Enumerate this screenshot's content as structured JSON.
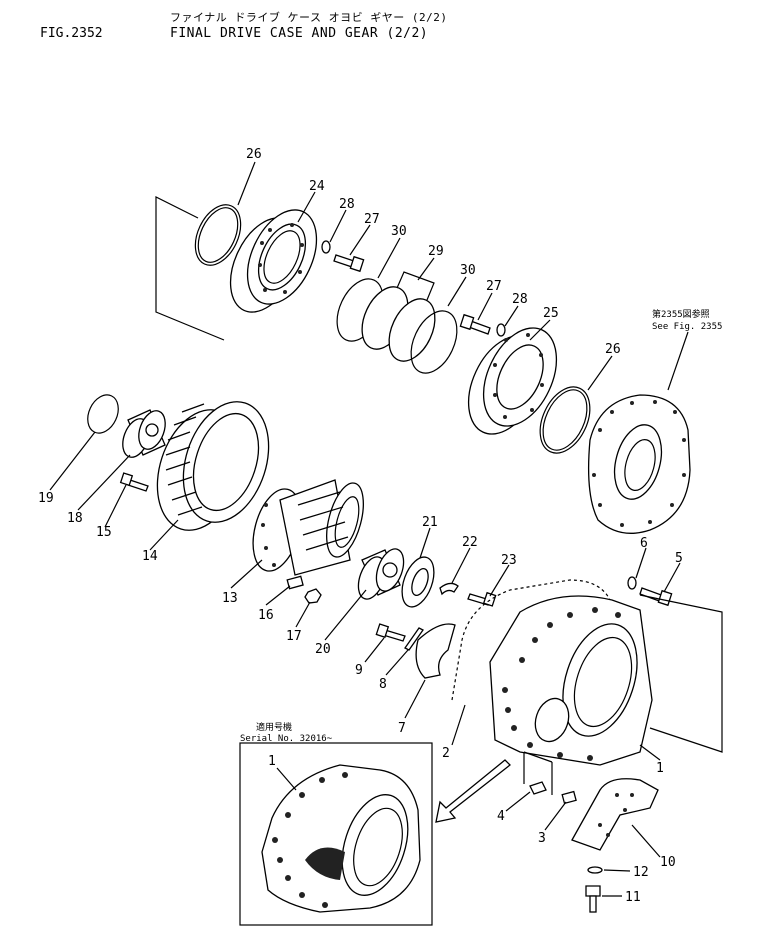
{
  "header": {
    "fig_number": "FIG.2352",
    "title_jp": "ファイナル ドライブ ケース オヨビ ギヤー (2/2)",
    "title_en": "FINAL DRIVE CASE AND GEAR (2/2)"
  },
  "reference_note": {
    "jp": "第2355図参照",
    "en": "See Fig. 2355"
  },
  "inset": {
    "label_jp": "適用号機",
    "label_serial": "Serial No. 32016~"
  },
  "callouts": [
    "26",
    "24",
    "28",
    "27",
    "30",
    "29",
    "30",
    "27",
    "28",
    "25",
    "26",
    "19",
    "18",
    "15",
    "14",
    "13",
    "16",
    "17",
    "20",
    "21",
    "22",
    "23",
    "6",
    "5",
    "9",
    "8",
    "7",
    "2",
    "1",
    "4",
    "3",
    "10",
    "12",
    "11",
    "1"
  ]
}
